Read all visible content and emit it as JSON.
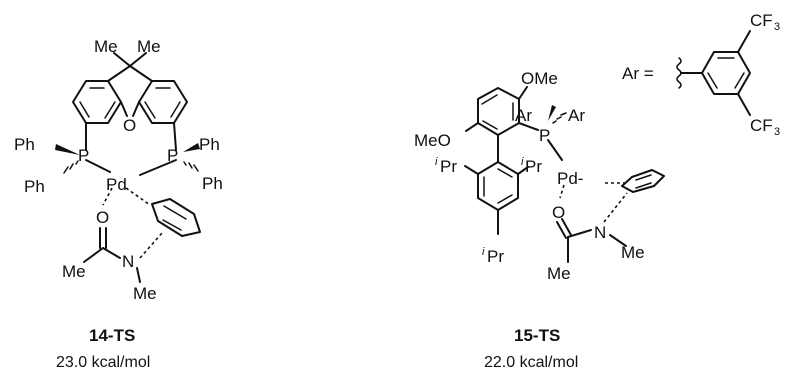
{
  "structure_14": {
    "label": "14-TS",
    "energy": "23.0 kcal/mol",
    "me_left": "Me",
    "me_right": "Me",
    "oxygen_xanthene": "O",
    "ph_p1_a": "Ph",
    "ph_p1_b": "Ph",
    "ph_p2_a": "Ph",
    "ph_p2_b": "Ph",
    "p1": "P",
    "p2": "P",
    "pd": "Pd",
    "o_amide": "O",
    "n_amide": "N",
    "me_acyl": "Me",
    "me_n": "Me"
  },
  "structure_15": {
    "label": "15-TS",
    "energy": "22.0 kcal/mol",
    "ome_top": "OMe",
    "meo_left": "MeO",
    "ar_a": "Ar",
    "ar_b": "Ar",
    "p": "P",
    "pd": "Pd-",
    "ipr_left_pre": "i",
    "ipr_left": "Pr",
    "ipr_right_pre": "i",
    "ipr_right": "Pr",
    "ipr_bottom_pre": "i",
    "ipr_bottom": "Pr",
    "o_amide": "O",
    "n_amide": "N",
    "me_n": "Me",
    "me_acyl": "Me"
  },
  "ar_definition": {
    "ar_label": "Ar =",
    "cf3_top": "CF",
    "cf3_top_sub": "3",
    "cf3_bottom": "CF",
    "cf3_bottom_sub": "3"
  }
}
